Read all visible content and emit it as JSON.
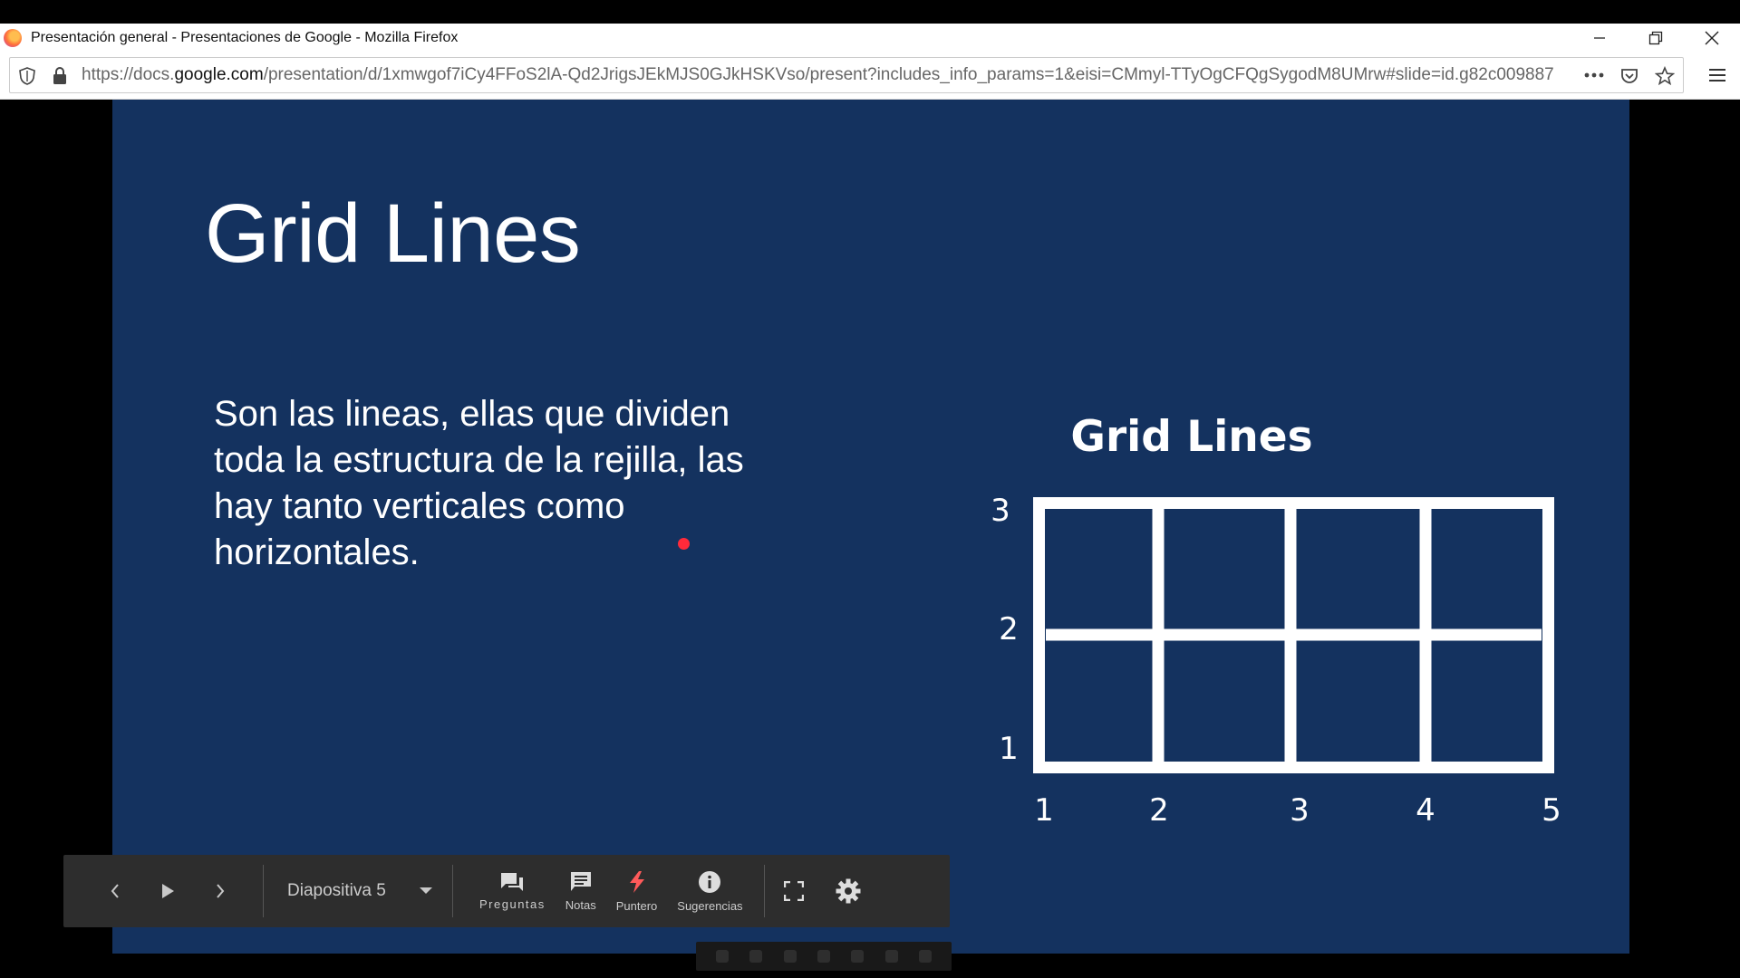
{
  "window": {
    "title": "Presentación general - Presentaciones de Google - Mozilla Firefox"
  },
  "urlbar": {
    "url_prefix": "https://docs.",
    "url_domain": "google.com",
    "url_rest": "/presentation/d/1xmwgof7iCy4FFoS2lA-Qd2JrigsJEkMJS0GJkHSKVso/present?includes_info_params=1&eisi=CMmyl-TTyOgCFQgSygodM8UMrw#slide=id.g82c009887"
  },
  "slide": {
    "title": "Grid Lines",
    "body": "Son las lineas, ellas que dividen toda la estructura de la rejilla, las hay tanto verticales como horizontales.",
    "background": "#14325f",
    "diagram": {
      "title": "Grid Lines",
      "column_labels": [
        "1",
        "2",
        "3",
        "4",
        "5"
      ],
      "row_labels": [
        "3",
        "2",
        "1"
      ],
      "columns": 4,
      "rows": 2
    }
  },
  "controls": {
    "slide_label": "Diapositiva 5",
    "tools": [
      {
        "label": "Preguntas",
        "icon": "questions-icon"
      },
      {
        "label": "Notas",
        "icon": "notes-icon"
      },
      {
        "label": "Puntero",
        "icon": "laser-pointer-icon"
      },
      {
        "label": "Sugerencias",
        "icon": "info-icon"
      }
    ]
  },
  "colors": {
    "accent_laser": "#ff2a3a",
    "controls_bg": "#2d2d2d"
  }
}
